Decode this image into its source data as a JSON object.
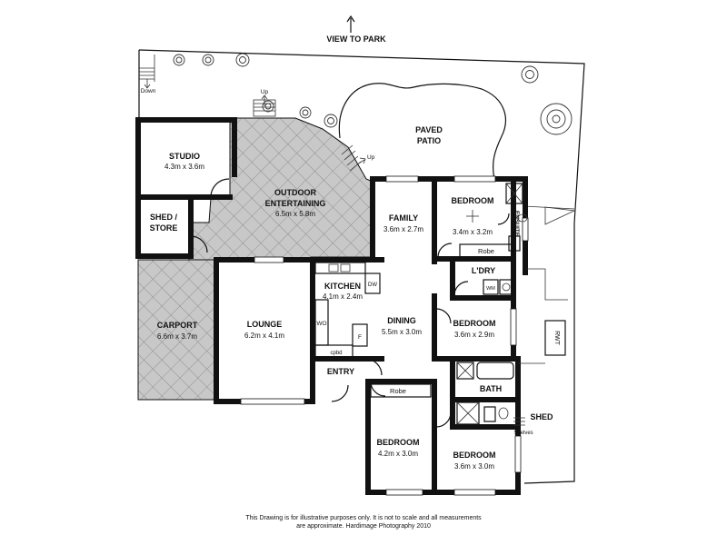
{
  "north": {
    "label": "VIEW TO PARK",
    "arrow": "up-arrow"
  },
  "stairs": {
    "down_label": "Down",
    "up_label_top": "Up",
    "up_label_patio": "Up"
  },
  "patio": {
    "line1": "PAVED",
    "line2": "PATIO"
  },
  "rooms": {
    "studio": {
      "name": "STUDIO",
      "dims": "4.3m x 3.6m"
    },
    "shed_store": {
      "line1": "SHED /",
      "line2": "STORE"
    },
    "outdoor": {
      "line1": "OUTDOOR",
      "line2": "ENTERTAINING",
      "dims": "6.5m x 5.8m"
    },
    "family": {
      "name": "FAMILY",
      "dims": "3.6m x 2.7m"
    },
    "bedroom1": {
      "name": "BEDROOM",
      "dims": "3.4m x 3.2m"
    },
    "ensuite": {
      "name": "ENSUITE"
    },
    "robe1": {
      "name": "Robe"
    },
    "laundry": {
      "name": "L'DRY"
    },
    "kitchen": {
      "name": "KITCHEN",
      "dims": "4.1m x 2.4m"
    },
    "carport": {
      "name": "CARPORT",
      "dims": "6.6m x 3.7m"
    },
    "lounge": {
      "name": "LOUNGE",
      "dims": "6.2m x 4.1m"
    },
    "dining": {
      "name": "DINING",
      "dims": "5.5m x 3.0m"
    },
    "bedroom2": {
      "name": "BEDROOM",
      "dims": "3.6m x 2.9m"
    },
    "entry": {
      "name": "ENTRY"
    },
    "bath": {
      "name": "BATH"
    },
    "robe2": {
      "name": "Robe"
    },
    "bedroom3": {
      "name": "BEDROOM",
      "dims": "4.2m x 3.0m"
    },
    "bedroom4": {
      "name": "BEDROOM",
      "dims": "3.6m x 3.0m"
    },
    "shed": {
      "name": "SHED"
    }
  },
  "fixtures": {
    "dw": "DW",
    "wo": "WO",
    "fridge": "F",
    "cpbd": "cpbd",
    "wm": "WM",
    "rwt": "RWT",
    "shelves": "Shelves"
  },
  "disclaimer": {
    "line1": "This Drawing is for illustrative purposes only. It is not to scale and all measurements",
    "line2": "are approximate. Hardimage Photography 2010"
  },
  "colors": {
    "wall": "#111111",
    "paving_fill": "#c8c8c8",
    "paving_line": "#8c8c8c",
    "background": "#ffffff"
  }
}
